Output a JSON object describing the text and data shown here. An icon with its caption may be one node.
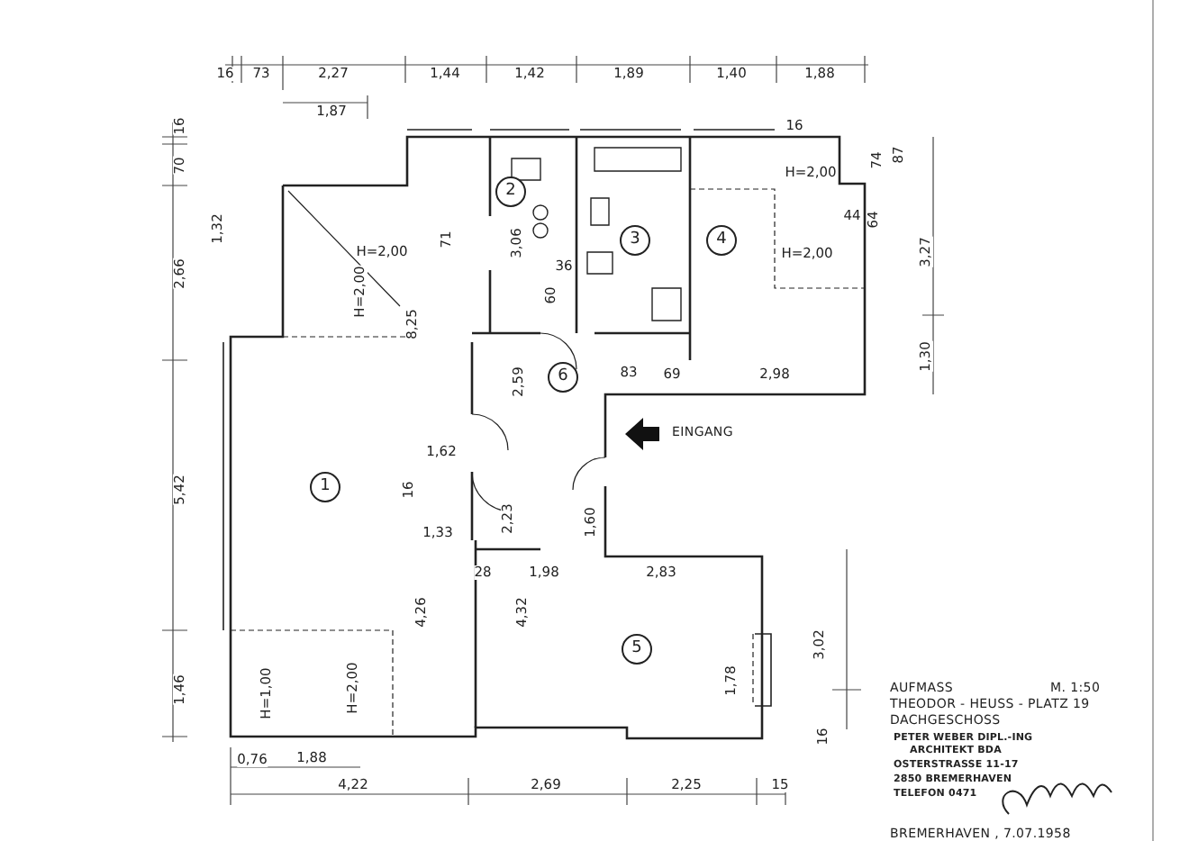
{
  "diagram": {
    "nodes": [
      {
        "text": [
          "2"
        ]
      },
      {
        "text": [
          "3"
        ]
      },
      {
        "text": [
          "4"
        ]
      },
      {
        "text": [
          "6"
        ]
      },
      {
        "text": [
          "1"
        ]
      },
      {
        "text": [
          "5"
        ]
      }
    ],
    "edges": [],
    "labels": [
      "16",
      "73",
      "2,27",
      "1,44",
      "1,42",
      "1,89",
      "1,40",
      "1,88",
      "1,87",
      "16",
      "16",
      "70",
      "H=2,00",
      "74",
      "87",
      "44",
      "64",
      "1,32",
      "71",
      "3,06",
      "H=2,00",
      "3,27",
      "H=2,00",
      "36",
      "2,66",
      "H=2,00",
      "60",
      "8,25",
      "1,30",
      "83",
      "69",
      "2,98",
      "2,59",
      "EINGANG",
      "1,62",
      "5,42",
      "16",
      "2,23",
      "1,60",
      "1,33",
      "28",
      "1,98",
      "2,83",
      "4,26",
      "4,32",
      "3,02",
      "1,46",
      "H=1,00",
      "H=2,00",
      "1,78",
      "AUFMASS",
      "M. 1:50",
      "THEODOR - HEUSS - PLATZ 19",
      "DACHGESCHOSS",
      "16",
      "PETER WEBER DIPL.-ING",
      "ARCHITEKT BDA",
      "0,76",
      "1,88",
      "OSTERSTRASSE 11-17",
      "4,22",
      "2,69",
      "2,25",
      "15",
      "2850 BREMERHAVEN",
      "TELEFON 0471",
      "BREMERHAVEN , 7.07.1958"
    ]
  }
}
